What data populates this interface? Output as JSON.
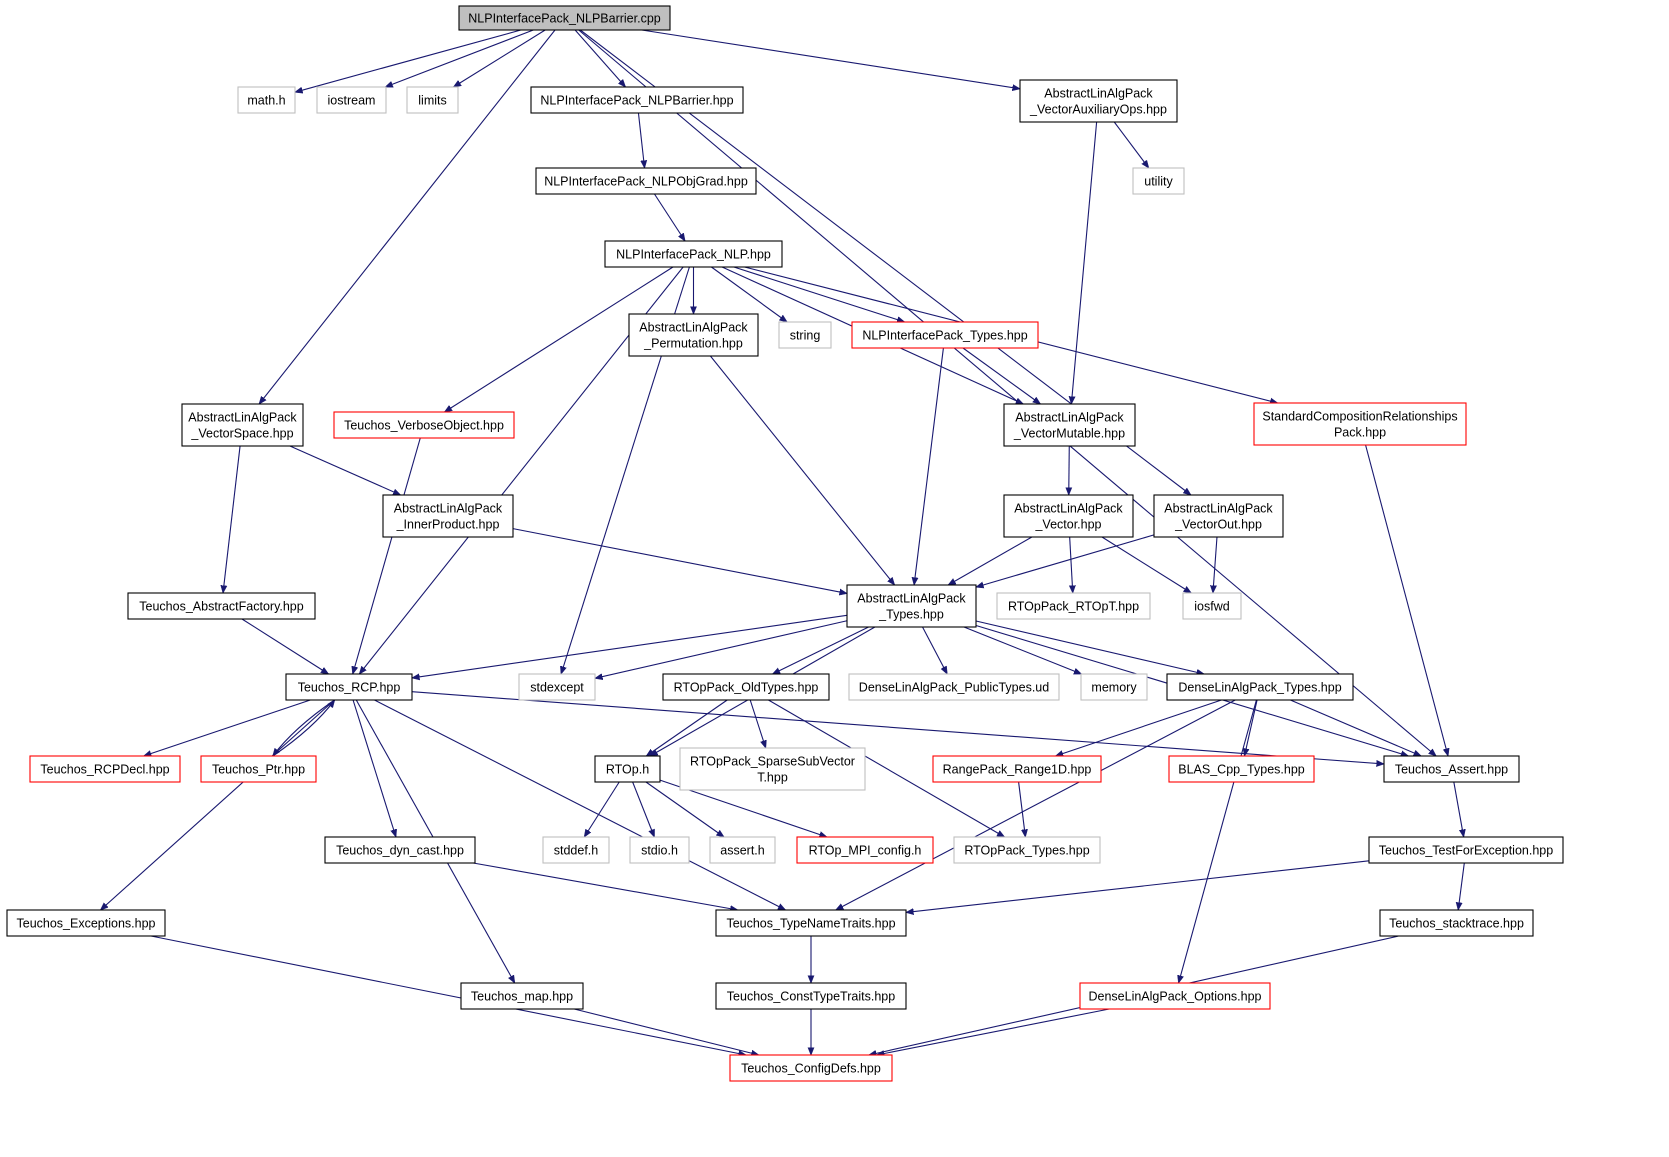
{
  "diagram": {
    "type": "include-dependency-graph",
    "colors": {
      "edge": "#191970",
      "node_border_documented": "#000000",
      "node_border_undocumented": "#bfbfbf",
      "node_border_truncated": "#ff0000",
      "root_fill": "#bfbfbf",
      "node_fill": "#ffffff"
    },
    "nodes": [
      {
        "id": "n_root",
        "label": [
          "NLPInterfacePack_NLPBarrier.cpp"
        ],
        "kind": "root"
      },
      {
        "id": "n_math",
        "label": [
          "math.h"
        ],
        "kind": "system"
      },
      {
        "id": "n_iostream",
        "label": [
          "iostream"
        ],
        "kind": "system"
      },
      {
        "id": "n_limits",
        "label": [
          "limits"
        ],
        "kind": "system"
      },
      {
        "id": "n_nlpbarrier",
        "label": [
          "NLPInterfacePack_NLPBarrier.hpp"
        ],
        "kind": "normal"
      },
      {
        "id": "n_vecaux",
        "label": [
          "AbstractLinAlgPack",
          "_VectorAuxiliaryOps.hpp"
        ],
        "kind": "normal"
      },
      {
        "id": "n_utility",
        "label": [
          "utility"
        ],
        "kind": "system"
      },
      {
        "id": "n_nlpobjgrad",
        "label": [
          "NLPInterfacePack_NLPObjGrad.hpp"
        ],
        "kind": "normal"
      },
      {
        "id": "n_nlp",
        "label": [
          "NLPInterfacePack_NLP.hpp"
        ],
        "kind": "normal"
      },
      {
        "id": "n_perm",
        "label": [
          "AbstractLinAlgPack",
          "_Permutation.hpp"
        ],
        "kind": "normal"
      },
      {
        "id": "n_string",
        "label": [
          "string"
        ],
        "kind": "system"
      },
      {
        "id": "n_nlptypes",
        "label": [
          "NLPInterfacePack_Types.hpp"
        ],
        "kind": "truncated"
      },
      {
        "id": "n_stdcomp",
        "label": [
          "StandardCompositionRelationships",
          "Pack.hpp"
        ],
        "kind": "truncated"
      },
      {
        "id": "n_vecspace",
        "label": [
          "AbstractLinAlgPack",
          "_VectorSpace.hpp"
        ],
        "kind": "normal"
      },
      {
        "id": "n_verbose",
        "label": [
          "Teuchos_VerboseObject.hpp"
        ],
        "kind": "truncated"
      },
      {
        "id": "n_vecmut",
        "label": [
          "AbstractLinAlgPack",
          "_VectorMutable.hpp"
        ],
        "kind": "normal"
      },
      {
        "id": "n_innerprod",
        "label": [
          "AbstractLinAlgPack",
          "_InnerProduct.hpp"
        ],
        "kind": "normal"
      },
      {
        "id": "n_vector",
        "label": [
          "AbstractLinAlgPack",
          "_Vector.hpp"
        ],
        "kind": "normal"
      },
      {
        "id": "n_vecout",
        "label": [
          "AbstractLinAlgPack",
          "_VectorOut.hpp"
        ],
        "kind": "normal"
      },
      {
        "id": "n_absfactory",
        "label": [
          "Teuchos_AbstractFactory.hpp"
        ],
        "kind": "normal"
      },
      {
        "id": "n_algtypes",
        "label": [
          "AbstractLinAlgPack",
          "_Types.hpp"
        ],
        "kind": "normal"
      },
      {
        "id": "n_rtopt",
        "label": [
          "RTOpPack_RTOpT.hpp"
        ],
        "kind": "system"
      },
      {
        "id": "n_iosfwd",
        "label": [
          "iosfwd"
        ],
        "kind": "system"
      },
      {
        "id": "n_rcp",
        "label": [
          "Teuchos_RCP.hpp"
        ],
        "kind": "normal"
      },
      {
        "id": "n_stdexcept",
        "label": [
          "stdexcept"
        ],
        "kind": "system"
      },
      {
        "id": "n_oldtypes",
        "label": [
          "RTOpPack_OldTypes.hpp"
        ],
        "kind": "normal"
      },
      {
        "id": "n_densepub",
        "label": [
          "DenseLinAlgPack_PublicTypes.ud"
        ],
        "kind": "system"
      },
      {
        "id": "n_memory",
        "label": [
          "memory"
        ],
        "kind": "system"
      },
      {
        "id": "n_densetypes",
        "label": [
          "DenseLinAlgPack_Types.hpp"
        ],
        "kind": "normal"
      },
      {
        "id": "n_rcpdecl",
        "label": [
          "Teuchos_RCPDecl.hpp"
        ],
        "kind": "truncated"
      },
      {
        "id": "n_ptr",
        "label": [
          "Teuchos_Ptr.hpp"
        ],
        "kind": "truncated"
      },
      {
        "id": "n_rtop",
        "label": [
          "RTOp.h"
        ],
        "kind": "normal"
      },
      {
        "id": "n_sparsesub",
        "label": [
          "RTOpPack_SparseSubVector",
          "T.hpp"
        ],
        "kind": "system"
      },
      {
        "id": "n_range1d",
        "label": [
          "RangePack_Range1D.hpp"
        ],
        "kind": "truncated"
      },
      {
        "id": "n_blas",
        "label": [
          "BLAS_Cpp_Types.hpp"
        ],
        "kind": "truncated"
      },
      {
        "id": "n_assert",
        "label": [
          "Teuchos_Assert.hpp"
        ],
        "kind": "normal"
      },
      {
        "id": "n_stddef",
        "label": [
          "stddef.h"
        ],
        "kind": "system"
      },
      {
        "id": "n_stdio",
        "label": [
          "stdio.h"
        ],
        "kind": "system"
      },
      {
        "id": "n_asserth",
        "label": [
          "assert.h"
        ],
        "kind": "system"
      },
      {
        "id": "n_mpiconfig",
        "label": [
          "RTOp_MPI_config.h"
        ],
        "kind": "truncated"
      },
      {
        "id": "n_rtoptypes",
        "label": [
          "RTOpPack_Types.hpp"
        ],
        "kind": "system"
      },
      {
        "id": "n_dyncast",
        "label": [
          "Teuchos_dyn_cast.hpp"
        ],
        "kind": "normal"
      },
      {
        "id": "n_testexc",
        "label": [
          "Teuchos_TestForException.hpp"
        ],
        "kind": "normal"
      },
      {
        "id": "n_exceptions",
        "label": [
          "Teuchos_Exceptions.hpp"
        ],
        "kind": "normal"
      },
      {
        "id": "n_typename",
        "label": [
          "Teuchos_TypeNameTraits.hpp"
        ],
        "kind": "normal"
      },
      {
        "id": "n_stacktrace",
        "label": [
          "Teuchos_stacktrace.hpp"
        ],
        "kind": "normal"
      },
      {
        "id": "n_map",
        "label": [
          "Teuchos_map.hpp"
        ],
        "kind": "normal"
      },
      {
        "id": "n_consttype",
        "label": [
          "Teuchos_ConstTypeTraits.hpp"
        ],
        "kind": "normal"
      },
      {
        "id": "n_denseopts",
        "label": [
          "DenseLinAlgPack_Options.hpp"
        ],
        "kind": "truncated"
      },
      {
        "id": "n_configdefs",
        "label": [
          "Teuchos_ConfigDefs.hpp"
        ],
        "kind": "truncated"
      }
    ],
    "edges": [
      [
        "n_root",
        "n_math"
      ],
      [
        "n_root",
        "n_iostream"
      ],
      [
        "n_root",
        "n_limits"
      ],
      [
        "n_root",
        "n_nlpbarrier"
      ],
      [
        "n_root",
        "n_vecaux"
      ],
      [
        "n_root",
        "n_vecspace"
      ],
      [
        "n_root",
        "n_vecout"
      ],
      [
        "n_root",
        "n_assert"
      ],
      [
        "n_nlpbarrier",
        "n_nlpobjgrad"
      ],
      [
        "n_nlpobjgrad",
        "n_nlp"
      ],
      [
        "n_vecaux",
        "n_utility"
      ],
      [
        "n_vecaux",
        "n_vecmut"
      ],
      [
        "n_nlp",
        "n_perm"
      ],
      [
        "n_nlp",
        "n_string"
      ],
      [
        "n_nlp",
        "n_nlptypes"
      ],
      [
        "n_nlp",
        "n_vecmut"
      ],
      [
        "n_nlp",
        "n_stdcomp"
      ],
      [
        "n_nlp",
        "n_verbose"
      ],
      [
        "n_nlp",
        "n_rcp"
      ],
      [
        "n_nlp",
        "n_stdexcept"
      ],
      [
        "n_perm",
        "n_algtypes"
      ],
      [
        "n_nlptypes",
        "n_algtypes"
      ],
      [
        "n_nlptypes",
        "n_vecmut"
      ],
      [
        "n_stdcomp",
        "n_assert"
      ],
      [
        "n_vecspace",
        "n_innerprod"
      ],
      [
        "n_vecspace",
        "n_absfactory"
      ],
      [
        "n_verbose",
        "n_rcp"
      ],
      [
        "n_vecmut",
        "n_vector"
      ],
      [
        "n_innerprod",
        "n_algtypes"
      ],
      [
        "n_vector",
        "n_algtypes"
      ],
      [
        "n_vector",
        "n_rtopt"
      ],
      [
        "n_vector",
        "n_iosfwd"
      ],
      [
        "n_vecout",
        "n_algtypes"
      ],
      [
        "n_vecout",
        "n_iosfwd"
      ],
      [
        "n_absfactory",
        "n_rcp"
      ],
      [
        "n_algtypes",
        "n_rcp"
      ],
      [
        "n_algtypes",
        "n_stdexcept"
      ],
      [
        "n_algtypes",
        "n_rtop"
      ],
      [
        "n_algtypes",
        "n_oldtypes"
      ],
      [
        "n_algtypes",
        "n_densepub"
      ],
      [
        "n_algtypes",
        "n_memory"
      ],
      [
        "n_algtypes",
        "n_densetypes"
      ],
      [
        "n_algtypes",
        "n_assert"
      ],
      [
        "n_rcp",
        "n_rcpdecl"
      ],
      [
        "n_rcp",
        "n_ptr"
      ],
      [
        "n_rcp",
        "n_assert"
      ],
      [
        "n_rcp",
        "n_exceptions"
      ],
      [
        "n_rcp",
        "n_dyncast"
      ],
      [
        "n_rcp",
        "n_typename"
      ],
      [
        "n_rcp",
        "n_map"
      ],
      [
        "n_ptr",
        "n_rcp"
      ],
      [
        "n_oldtypes",
        "n_rtop"
      ],
      [
        "n_oldtypes",
        "n_sparsesub"
      ],
      [
        "n_oldtypes",
        "n_rtoptypes"
      ],
      [
        "n_densetypes",
        "n_range1d"
      ],
      [
        "n_densetypes",
        "n_blas"
      ],
      [
        "n_densetypes",
        "n_assert"
      ],
      [
        "n_densetypes",
        "n_typename"
      ],
      [
        "n_densetypes",
        "n_denseopts"
      ],
      [
        "n_rtop",
        "n_stddef"
      ],
      [
        "n_rtop",
        "n_stdio"
      ],
      [
        "n_rtop",
        "n_asserth"
      ],
      [
        "n_rtop",
        "n_mpiconfig"
      ],
      [
        "n_range1d",
        "n_rtoptypes"
      ],
      [
        "n_assert",
        "n_testexc"
      ],
      [
        "n_dyncast",
        "n_typename"
      ],
      [
        "n_testexc",
        "n_typename"
      ],
      [
        "n_testexc",
        "n_stacktrace"
      ],
      [
        "n_exceptions",
        "n_configdefs"
      ],
      [
        "n_typename",
        "n_consttype"
      ],
      [
        "n_stacktrace",
        "n_configdefs"
      ],
      [
        "n_map",
        "n_configdefs"
      ],
      [
        "n_consttype",
        "n_configdefs"
      ],
      [
        "n_denseopts",
        "n_configdefs"
      ]
    ]
  }
}
